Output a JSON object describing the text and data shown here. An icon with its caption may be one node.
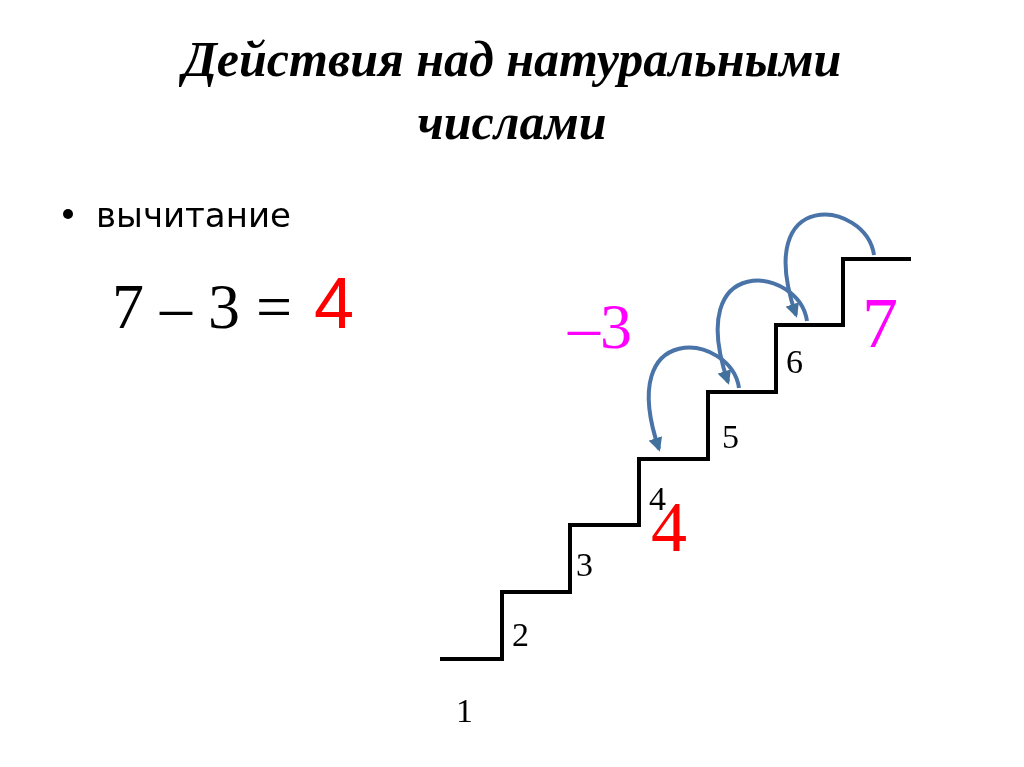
{
  "diagram": {
    "title": "Действия над натуральными числами",
    "nodes": [
      {
        "text": [],
        "shape": "bar"
      },
      {
        "text": [],
        "shape": "bar"
      },
      {
        "text": [],
        "shape": "bar"
      },
      {
        "text": [],
        "shape": "bar"
      },
      {
        "text": [],
        "shape": "bar"
      },
      {
        "text": [],
        "shape": "bar"
      },
      {
        "text": [],
        "shape": "bar"
      }
    ],
    "edges": [
      {
        "from": 6,
        "to": 5,
        "arrow": "to"
      },
      {
        "from": 5,
        "to": 4,
        "arrow": "to"
      },
      {
        "from": 4,
        "to": 3,
        "arrow": "to"
      }
    ],
    "labels": [
      "вычитание",
      "7 – 3 =",
      "4",
      "–3",
      "7",
      "6",
      "5",
      "4",
      "4",
      "3",
      "2",
      "1"
    ]
  }
}
